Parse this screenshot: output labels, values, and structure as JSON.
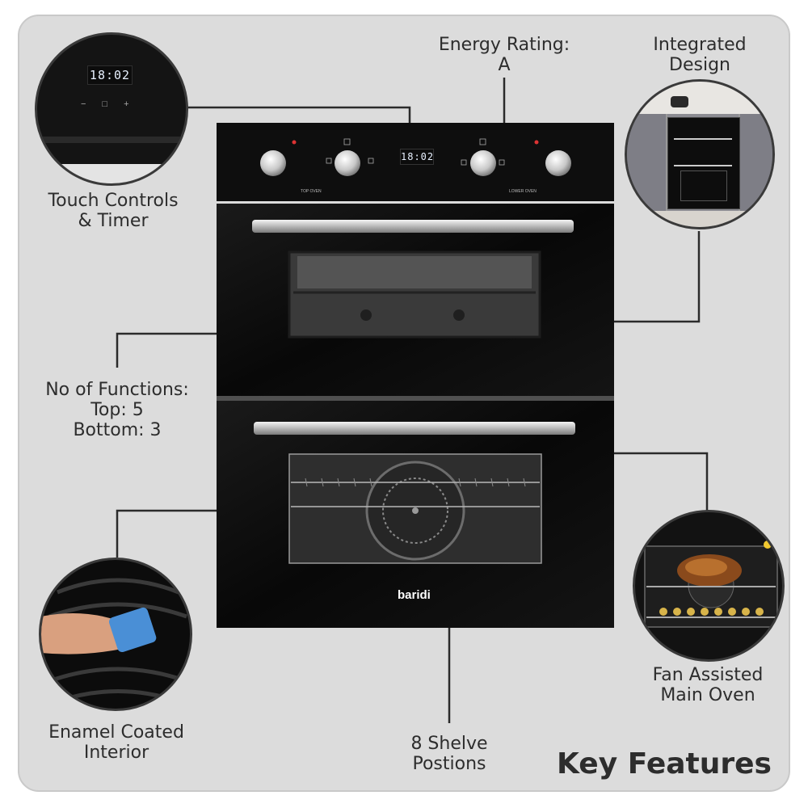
{
  "title": "Key Features",
  "brand": "baridi",
  "display_time": "18:02",
  "panel_labels": {
    "top": "TOP OVEN",
    "bottom": "LOWER OVEN"
  },
  "features": {
    "touch_controls": {
      "line1": "Touch Controls",
      "line2": "& Timer"
    },
    "energy_rating": {
      "line1": "Energy Rating:",
      "line2": "A"
    },
    "integrated_design": {
      "line1": "Integrated",
      "line2": "Design"
    },
    "functions": {
      "line1": "No of Functions:",
      "line2": "Top: 5",
      "line3": "Bottom: 3"
    },
    "enamel": {
      "line1": "Enamel Coated",
      "line2": "Interior"
    },
    "shelves": {
      "line1": "8 Shelve",
      "line2": "Postions"
    },
    "fan": {
      "line1": "Fan Assisted",
      "line2": "Main Oven"
    }
  },
  "colors": {
    "background": "#dcdcdc",
    "oven_glass": "#0b0b0b",
    "callout_line": "#2b2b2b"
  }
}
